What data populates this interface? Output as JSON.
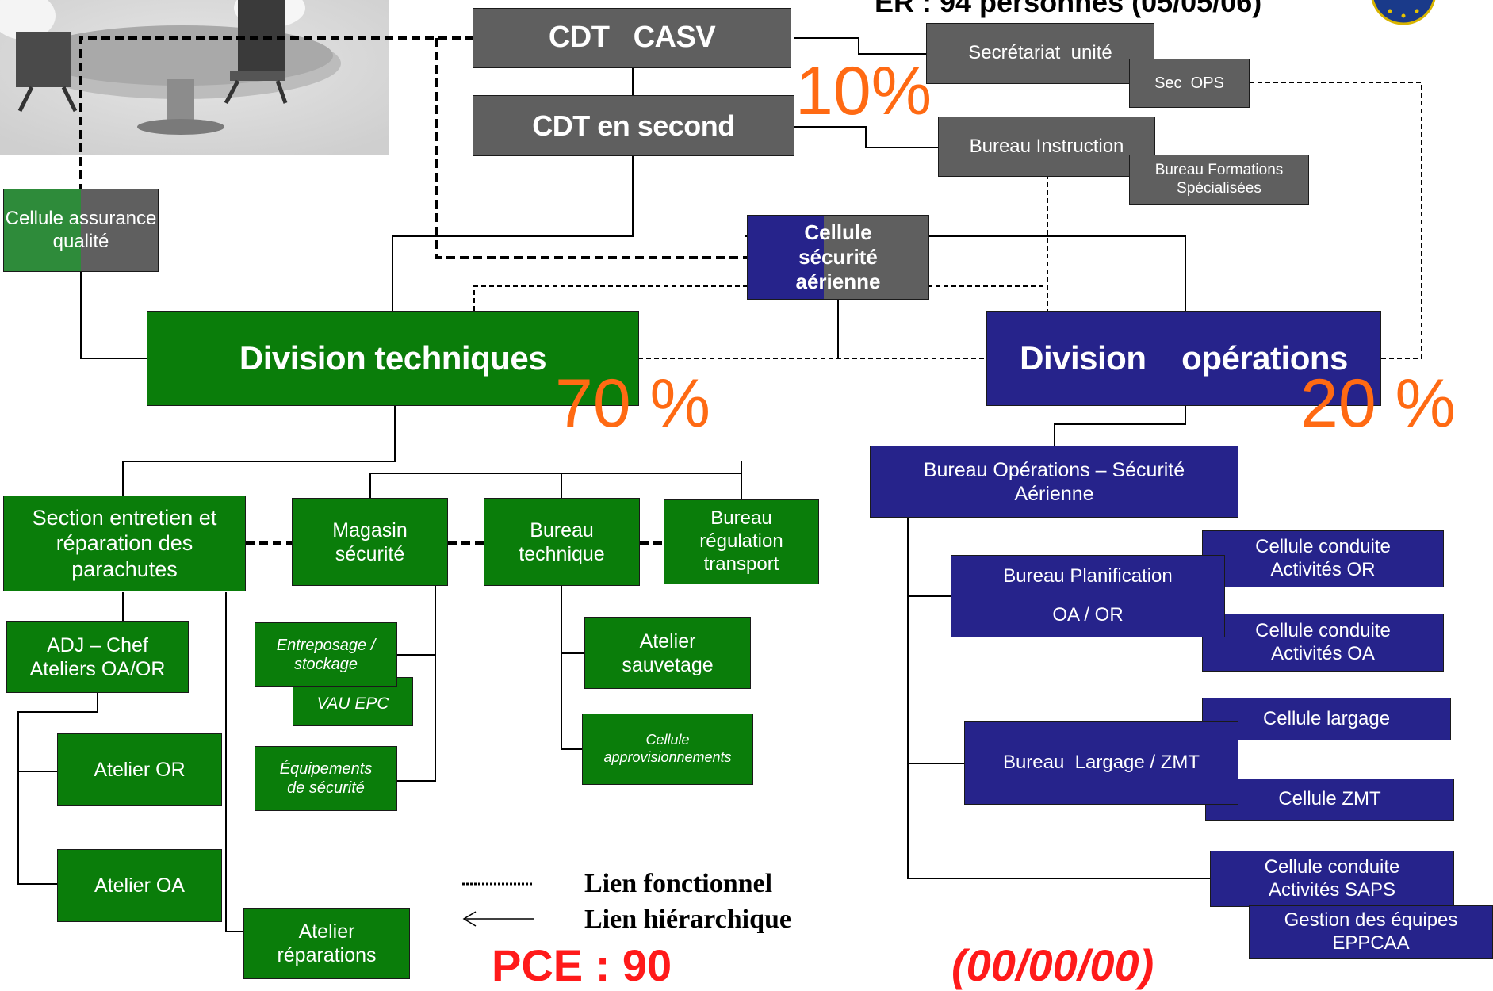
{
  "header_partial": "ER : 94 personnes (05/05/06)",
  "nodes": {
    "cdt_casv": "CDT   CASV",
    "cdt_second": "CDT en second",
    "secretariat": "Secrétariat  unité",
    "sec_ops": "Sec  OPS",
    "bureau_instruction": "Bureau Instruction",
    "bureau_formations": "Bureau Formations Spécialisées",
    "assurance_qualite": "Cellule assurance qualité",
    "securite_aerienne": "Cellule sécurité aérienne",
    "div_tech": "Division techniques",
    "div_ops": "Division    opérations",
    "section_entretien": "Section entretien et réparation des parachutes",
    "magasin": "Magasin sécurité",
    "bureau_technique": "Bureau technique",
    "bureau_regulation": "Bureau régulation transport",
    "adj_chef": "ADJ – Chef Ateliers OA/OR",
    "atelier_or": "Atelier OR",
    "atelier_oa": "Atelier OA",
    "atelier_reparations": "Atelier réparations",
    "entreposage": "Entreposage / stockage",
    "vau_epc": "VAU EPC",
    "equipements": "Équipements de sécurité",
    "atelier_sauvetage": "Atelier sauvetage",
    "cellule_appro": "Cellule approvisionnements",
    "bureau_ops_secu": "Bureau  Opérations – Sécurité Aérienne",
    "bureau_planif_1": "Bureau Planification",
    "bureau_planif_2": "OA / OR",
    "cellule_or": "Cellule conduite Activités OR",
    "cellule_oa": "Cellule conduite Activités OA",
    "bureau_largage": "Bureau  Largage / ZMT",
    "cellule_largage": "Cellule largage",
    "cellule_zmt": "Cellule ZMT",
    "cellule_saps": "Cellule conduite Activités SAPS",
    "gestion_equipes": "Gestion des équipes EPPCAA"
  },
  "percentages": {
    "command": "10%",
    "tech": "70 %",
    "ops": "20 %"
  },
  "legend": {
    "functional": "Lien fonctionnel",
    "hierarchical": "Lien hiérarchique"
  },
  "footer_partial": {
    "left": "PCE : 90",
    "right": "(00/00/00)"
  },
  "colors": {
    "grey_box": "#5f5f5f",
    "green_box": "#0a7d0a",
    "navy_box": "#26238b",
    "percent": "#ff6a13",
    "footer": "#ff1a1a"
  }
}
